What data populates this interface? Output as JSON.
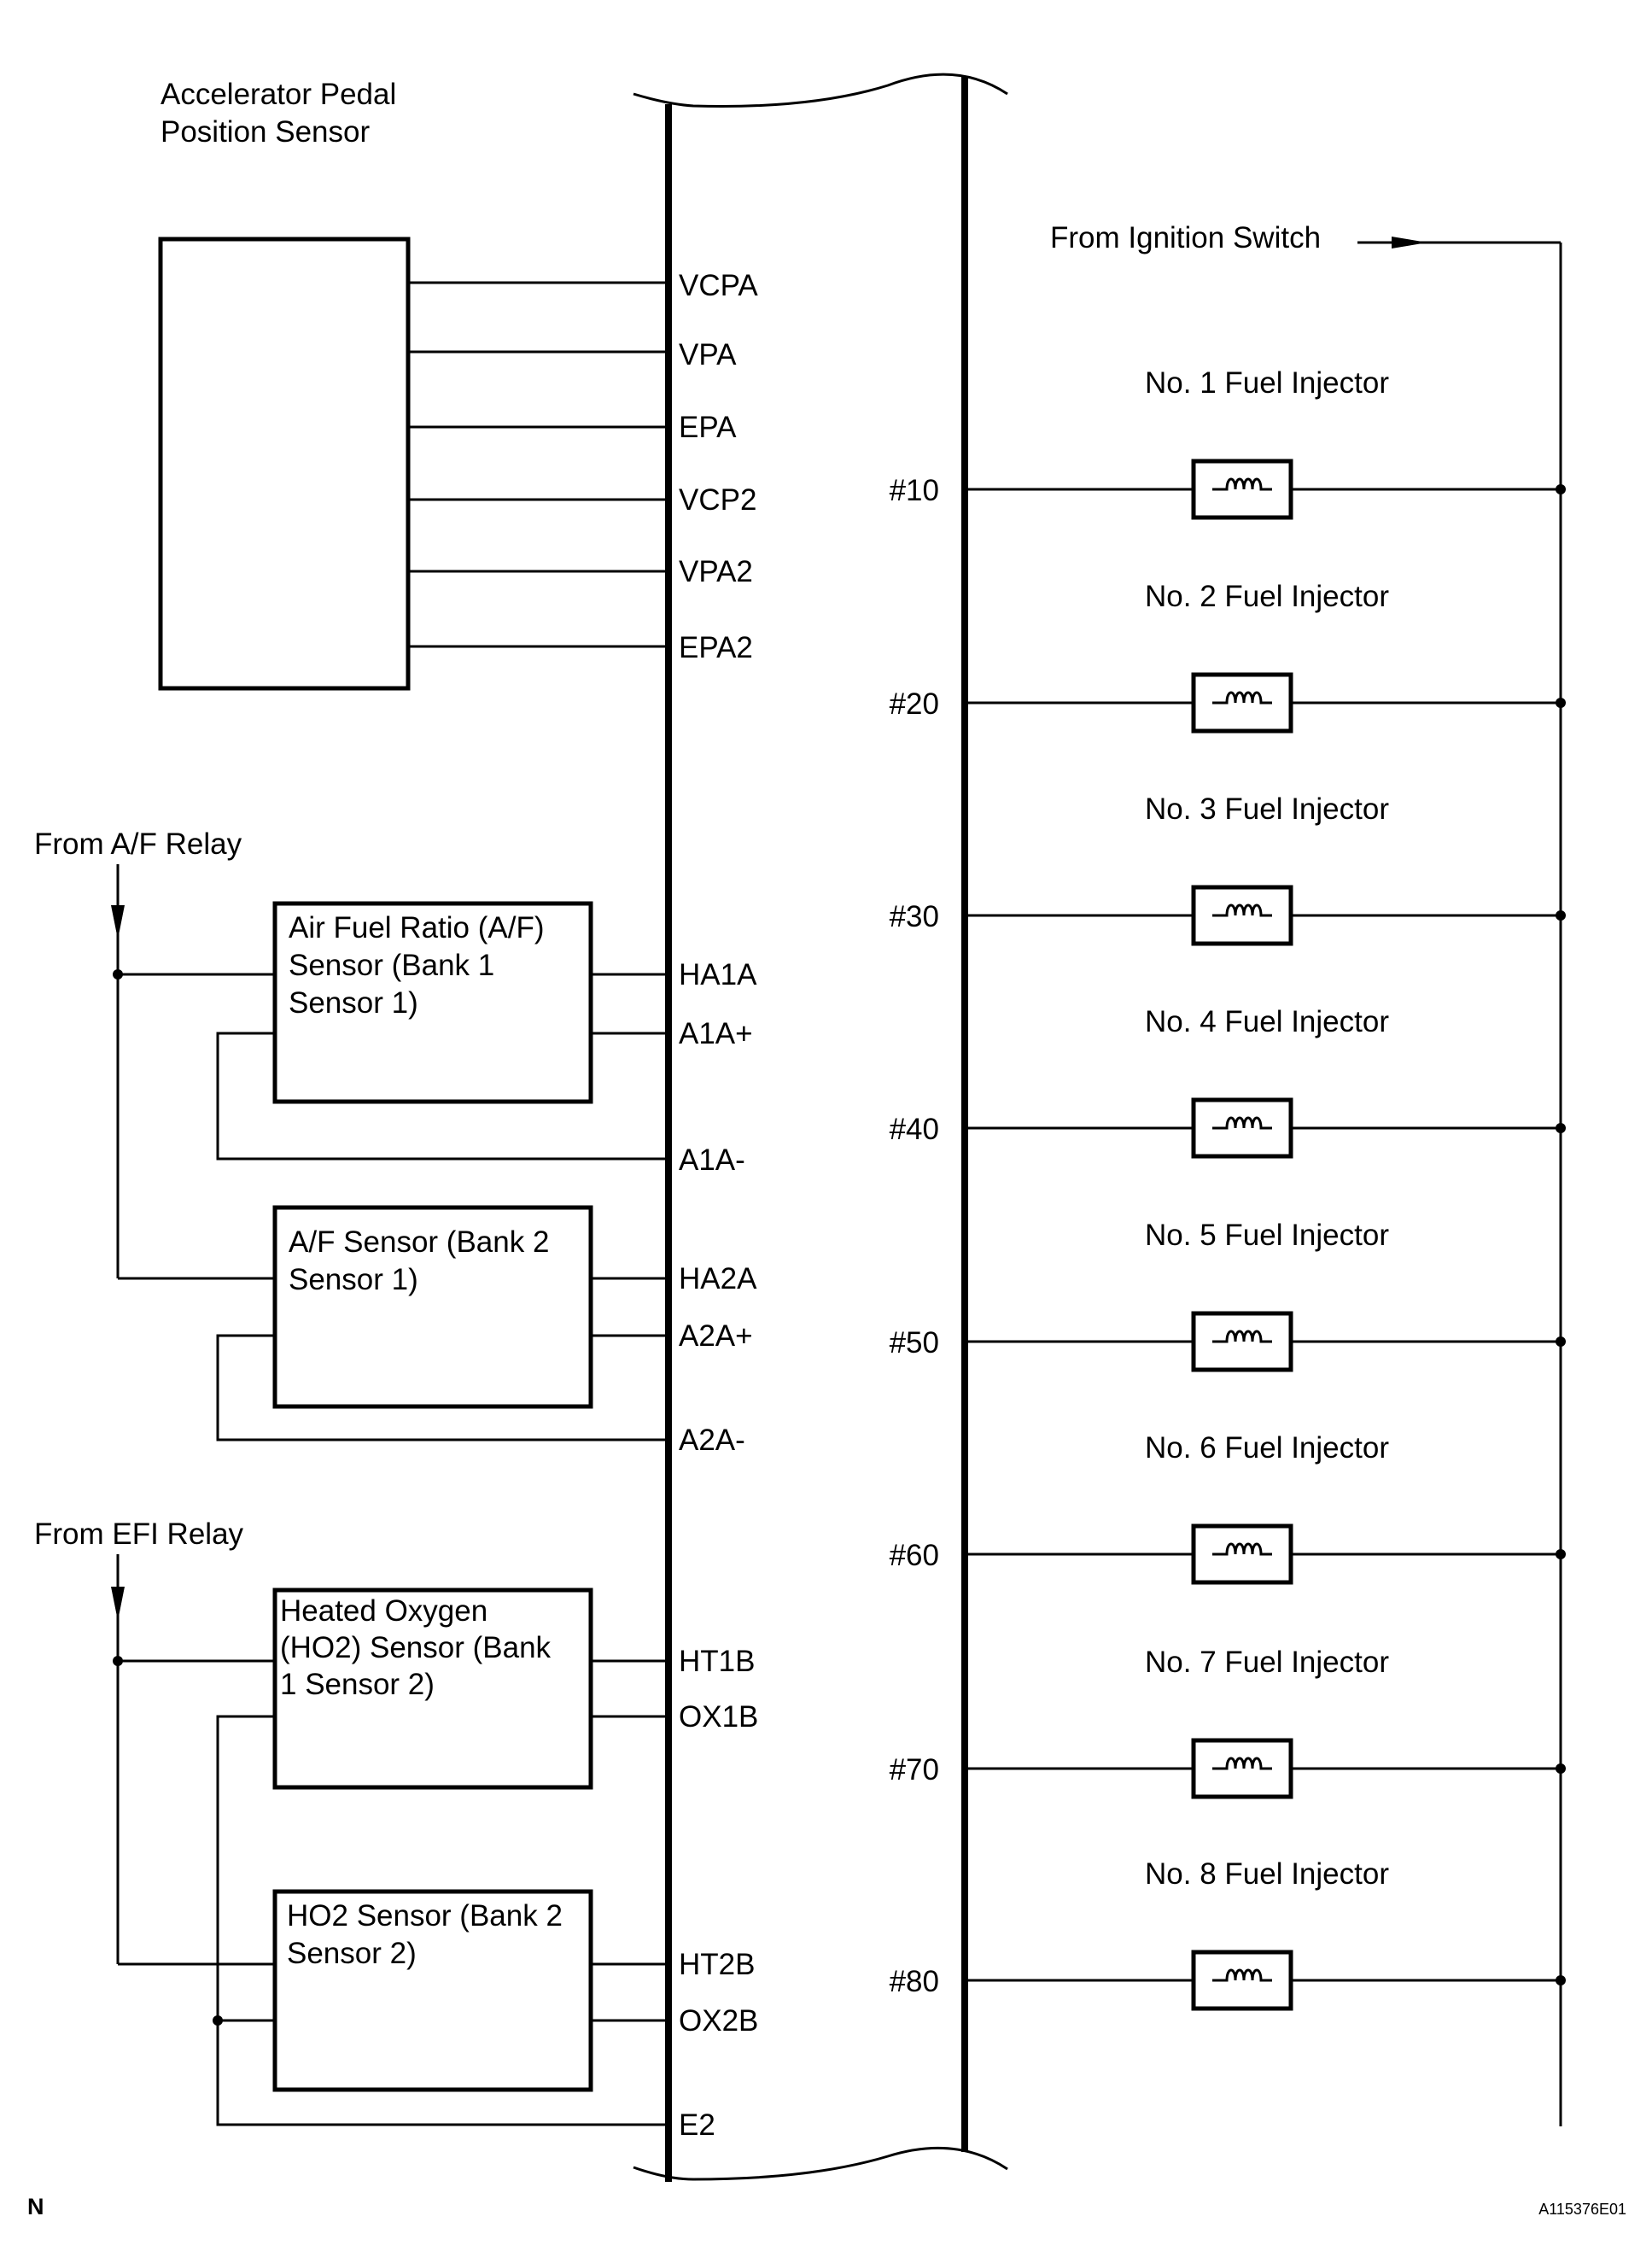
{
  "apps": {
    "title_line1": "Accelerator Pedal",
    "title_line2": "Position Sensor",
    "pins": [
      "VCPA",
      "VPA",
      "EPA",
      "VCP2",
      "VPA2",
      "EPA2"
    ]
  },
  "af_relay_label": "From A/F Relay",
  "af_sensor_1": {
    "line1": "Air Fuel Ratio (A/F)",
    "line2": "Sensor (Bank 1",
    "line3": "Sensor 1)",
    "pins": [
      "HA1A",
      "A1A+",
      "A1A-"
    ]
  },
  "af_sensor_2": {
    "line1": "A/F Sensor (Bank 2",
    "line2": "Sensor 1)",
    "pins": [
      "HA2A",
      "A2A+",
      "A2A-"
    ]
  },
  "efi_relay_label": "From EFI Relay",
  "ho2_sensor_1": {
    "line1": "Heated Oxygen",
    "line2": "(HO2) Sensor (Bank",
    "line3": "1 Sensor 2)",
    "pins": [
      "HT1B",
      "OX1B"
    ]
  },
  "ho2_sensor_2": {
    "line1": "HO2 Sensor (Bank 2",
    "line2": "Sensor 2)",
    "pins": [
      "HT2B",
      "OX2B"
    ]
  },
  "ground_pin": "E2",
  "ignition_label": "From Ignition Switch",
  "injectors": [
    {
      "label": "No. 1 Fuel Injector",
      "pin": "#10"
    },
    {
      "label": "No. 2 Fuel Injector",
      "pin": "#20"
    },
    {
      "label": "No. 3 Fuel Injector",
      "pin": "#30"
    },
    {
      "label": "No. 4 Fuel Injector",
      "pin": "#40"
    },
    {
      "label": "No. 5 Fuel Injector",
      "pin": "#50"
    },
    {
      "label": "No. 6 Fuel Injector",
      "pin": "#60"
    },
    {
      "label": "No. 7 Fuel Injector",
      "pin": "#70"
    },
    {
      "label": "No. 8 Fuel Injector",
      "pin": "#80"
    }
  ],
  "corner_left": "N",
  "corner_right": "A115376E01"
}
